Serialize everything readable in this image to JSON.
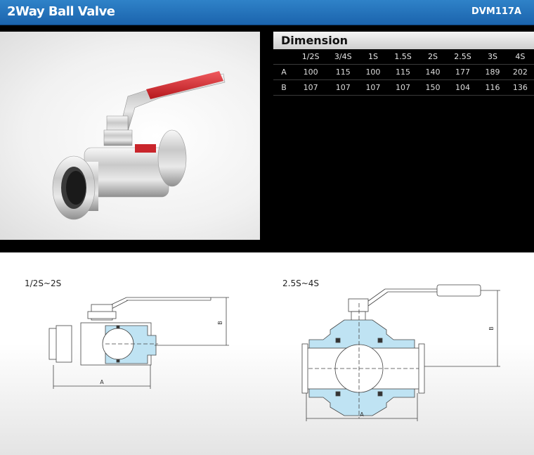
{
  "header": {
    "title": "2Way Ball Valve",
    "code": "DVM117A"
  },
  "dimension": {
    "title": "Dimension",
    "columns": [
      "1/2S",
      "3/4S",
      "1S",
      "1.5S",
      "2S",
      "2.5S",
      "3S",
      "4S"
    ],
    "rows": [
      {
        "label": "A",
        "values": [
          "100",
          "115",
          "100",
          "115",
          "140",
          "177",
          "189",
          "202"
        ]
      },
      {
        "label": "B",
        "values": [
          "107",
          "107",
          "107",
          "107",
          "150",
          "104",
          "116",
          "136"
        ]
      }
    ]
  },
  "drawings": {
    "left": {
      "caption": "1/2S~2S",
      "dim_a": "A",
      "dim_b": "B"
    },
    "right": {
      "caption": "2.5S~4S",
      "dim_a": "A",
      "dim_b": "B"
    }
  },
  "colors": {
    "header": "#1b64ad",
    "handle": "#d8262c",
    "section_fill": "#bfe3f3"
  }
}
